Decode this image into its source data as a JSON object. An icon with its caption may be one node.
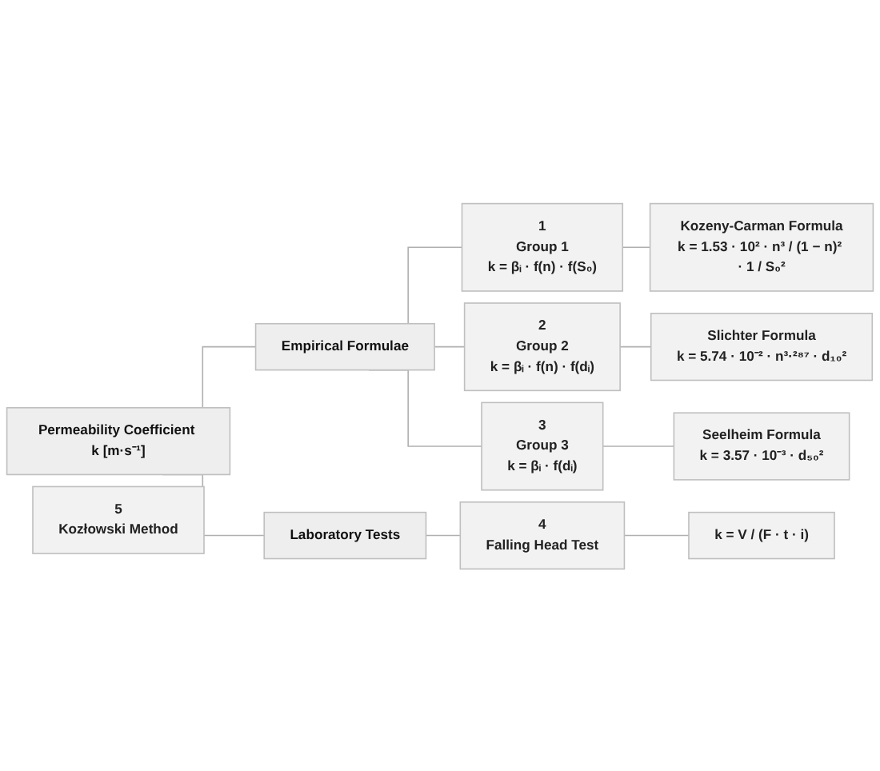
{
  "diagram": {
    "nodes": [
      {
        "text": [
          "Permeability Coefficient k [m·s⁻¹]"
        ]
      },
      {
        "text": [
          "Empirical Formulae"
        ]
      },
      {
        "text": [
          "1",
          "Group 1",
          "k = βᵢ · f(n) · f(S₀)"
        ]
      },
      {
        "text": [
          "2",
          "Group 2",
          "k = βᵢ · f(n) · f(dᵢ)"
        ]
      },
      {
        "text": [
          "3",
          "Group 3",
          "k = βᵢ · f(dᵢ)"
        ]
      },
      {
        "text": [
          "Kozeny-Carman Formula",
          "k = 1.53 · 10² · n³ / (1 − n)² · 1 / S₀²"
        ]
      },
      {
        "text": [
          "Slichter Formula",
          "k = 5.74 · 10⁻² · n³·²⁸⁷ · d₁₀²"
        ]
      },
      {
        "text": [
          "Seelheim Formula",
          "k = 3.57 · 10⁻³ · d₅₀²"
        ]
      },
      {
        "text": [
          "Laboratory Tests"
        ]
      },
      {
        "text": [
          "4",
          "Falling Head Test"
        ]
      },
      {
        "text": [
          "k = V / (F · t · i)"
        ]
      },
      {
        "text": [
          "5",
          "Kozłowski Method"
        ]
      }
    ],
    "edges": [
      {
        "from": 0,
        "to": 1,
        "arrow": "none"
      },
      {
        "from": 1,
        "to": 2,
        "arrow": "none"
      },
      {
        "from": 1,
        "to": 3,
        "arrow": "none"
      },
      {
        "from": 1,
        "to": 4,
        "arrow": "none"
      },
      {
        "from": 2,
        "to": 5,
        "arrow": "none"
      },
      {
        "from": 3,
        "to": 6,
        "arrow": "none"
      },
      {
        "from": 4,
        "to": 7,
        "arrow": "none"
      },
      {
        "from": 0,
        "to": 8,
        "arrow": "none"
      },
      {
        "from": 8,
        "to": 9,
        "arrow": "none"
      },
      {
        "from": 9,
        "to": 10,
        "arrow": "none"
      }
    ]
  }
}
